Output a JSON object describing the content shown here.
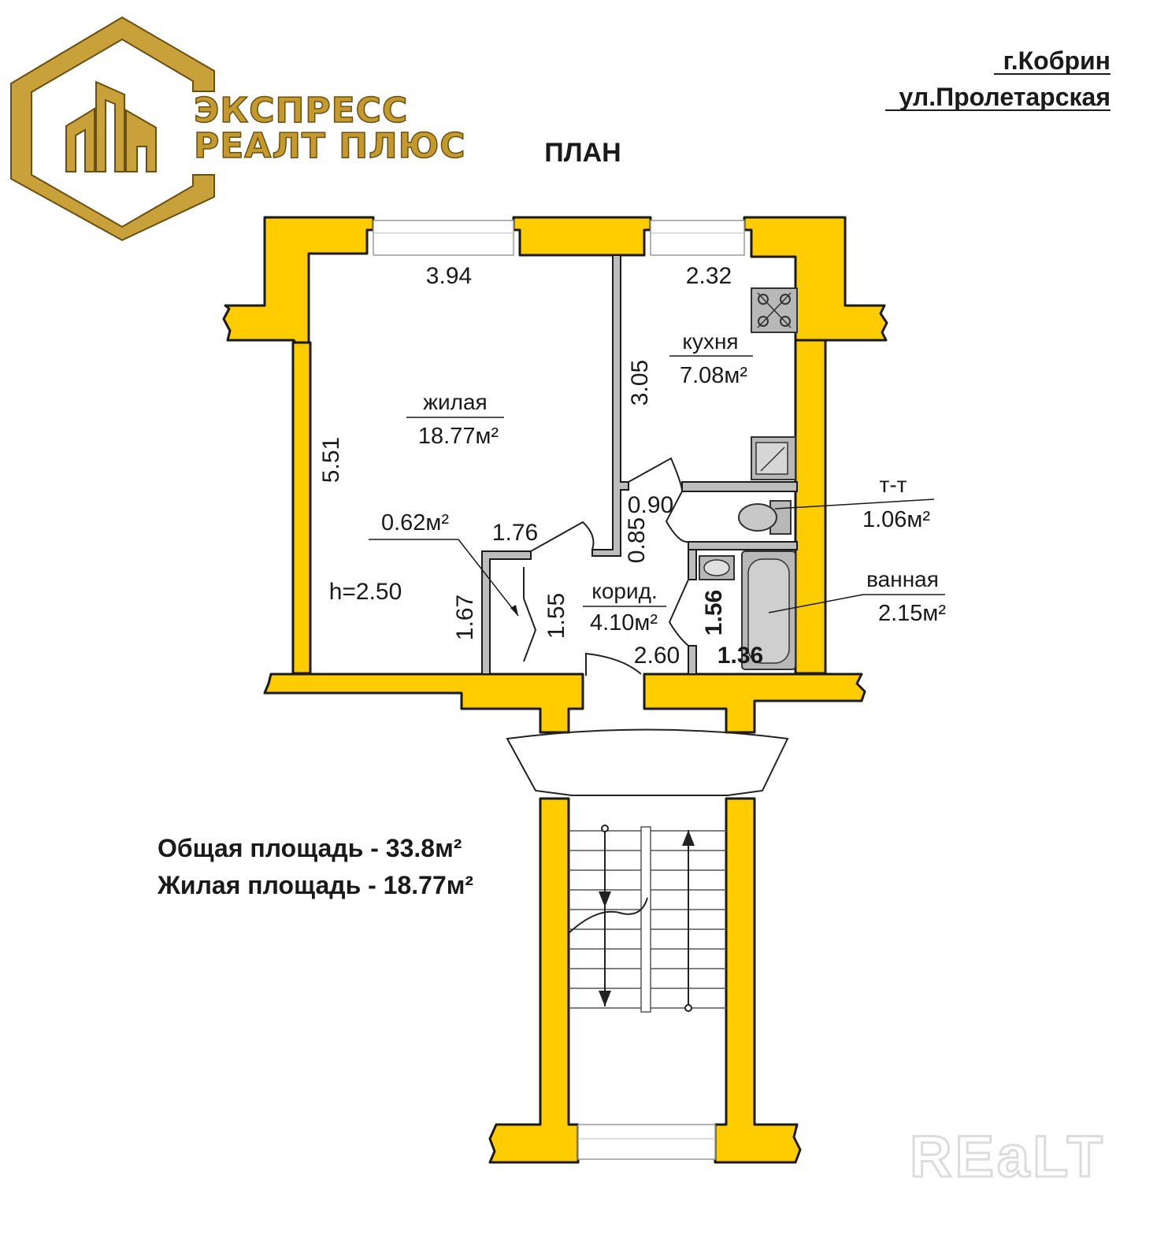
{
  "logo": {
    "line1": "ЭКСПРЕСС",
    "line2": "РЕАЛТ ПЛЮС",
    "color": "#c9a13a"
  },
  "address": {
    "city": "г.Кобрин",
    "street": "ул.Пролетарская"
  },
  "title": "ПЛАН",
  "rooms": {
    "living": {
      "name": "жилая",
      "area": "18.77м²"
    },
    "kitchen": {
      "name": "кухня",
      "area": "7.08м²"
    },
    "toilet": {
      "name": "т-т",
      "area": "1.06м²"
    },
    "bathroom": {
      "name": "ванная",
      "area": "2.15м²"
    },
    "corridor": {
      "name": "корид.",
      "area": "4.10м²"
    },
    "closet": {
      "area": "0.62м²"
    }
  },
  "dimensions": {
    "living_width": "3.94",
    "living_length": "5.51",
    "kitchen_width": "2.32",
    "kitchen_length": "3.05",
    "closet_width": "1.76",
    "closet_side": "1.67",
    "closet_inner": "1.55",
    "corridor_top": "0.90",
    "corridor_side": "0.85",
    "corridor_bottom": "2.60",
    "bath_length": "1.56",
    "bath_width": "1.36"
  },
  "height": "h=2.50",
  "summary": {
    "total": "Общая площадь - 33.8м²",
    "living": "Жилая площадь - 18.77м²"
  },
  "watermark": "REaLT",
  "colors": {
    "wall": "#ffcc00",
    "outline": "#1a1a1a",
    "partition": "#bdbdbd"
  }
}
